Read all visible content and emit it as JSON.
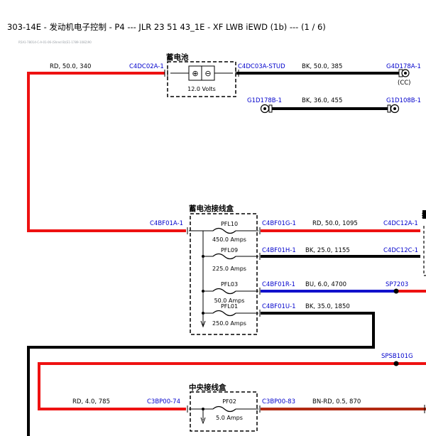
{
  "header": {
    "title": "303-14E - 发动机电子控制 - P4 --- JLR 23 51 43_1E - XF LWB iEWD (1b) --- (1 / 6)",
    "subtitle": "R5A1-78014-C-A-01-06-(Shred B)(E1-1789-1082)90"
  },
  "battery": {
    "label": "蓄电池",
    "voltage": "12.0 Volts",
    "plus_symbol": "⊕",
    "minus_symbol": "⊖"
  },
  "wires": {
    "w_battery_pos": "RD, 50.0, 340",
    "w_battery_neg": "BK, 50.0, 385",
    "w_ground2": "BK, 36.0, 455",
    "w_pfl10": "RD, 50.0, 1095",
    "w_pfl09": "BK, 25.0, 1155",
    "w_pfl03": "BU, 6.0, 4700",
    "w_pfl01": "BK, 35.0, 1850",
    "w_pf02_in": "RD, 4.0, 785",
    "w_pf02_out": "BN-RD, 0.5, 870"
  },
  "connectors": {
    "c_c4dc02a": "C4DC02A-1",
    "c_c4dc03a": "C4DC03A-STUD",
    "c_g4d178a": "G4D178A-1",
    "c_g4d178a_note": "(CC)",
    "c_g1d178b": "G1D178B-1",
    "c_g1d108b": "G1D108B-1",
    "c_c4bf01a": "C4BF01A-1",
    "c_c4bf01g": "C4BF01G-1",
    "c_c4dc12a": "C4DC12A-1",
    "c_c4bf01h": "C4BF01H-1",
    "c_c4dc12c": "C4DC12C-1",
    "c_c4bf01r": "C4BF01R-1",
    "c_sp7203": "SP7203",
    "c_c4bf01u": "C4BF01U-1",
    "c_spsb101g": "SPSB101G",
    "c_c3bp00_74": "C3BP00-74",
    "c_c3bp00_83": "C3BP00-83"
  },
  "battery_junction_box": {
    "label": "蓄电池接线盒",
    "fuses": [
      {
        "name": "PFL10",
        "rating": "450.0 Amps"
      },
      {
        "name": "PFL09",
        "rating": "225.0 Amps"
      },
      {
        "name": "PFL03",
        "rating": "50.0 Amps"
      },
      {
        "name": "PFL01",
        "rating": "250.0 Amps"
      }
    ]
  },
  "central_junction_box": {
    "label": "中央接线盒",
    "fuses": [
      {
        "name": "PF02",
        "rating": "5.0 Amps"
      }
    ]
  },
  "colors": {
    "red_wire": "#ee1111",
    "black_wire": "#000000",
    "blue_wire": "#1111cc",
    "brown_red_wire": "#b22a12",
    "connector_text": "#0000cc"
  }
}
